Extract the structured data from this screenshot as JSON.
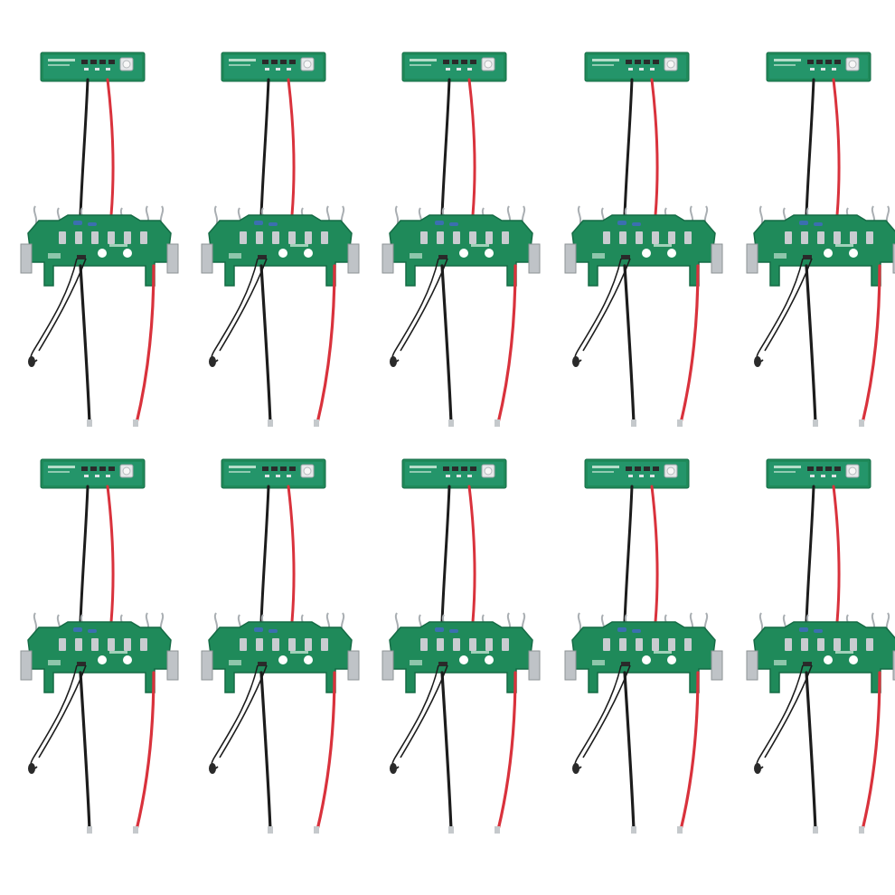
{
  "photo": {
    "background": "#ffffff",
    "unit_count": 10,
    "rows": 2,
    "columns": 5,
    "subject": "pcb-module-with-wires",
    "colors": {
      "pcb": "#1f8a5a",
      "pcb_dark": "#156b45",
      "pcb_light": "#2fa672",
      "wire_red": "#d9323c",
      "wire_black": "#1c1c1c",
      "metal": "#bfc3c7",
      "resistor": "#3b6fb0"
    }
  }
}
